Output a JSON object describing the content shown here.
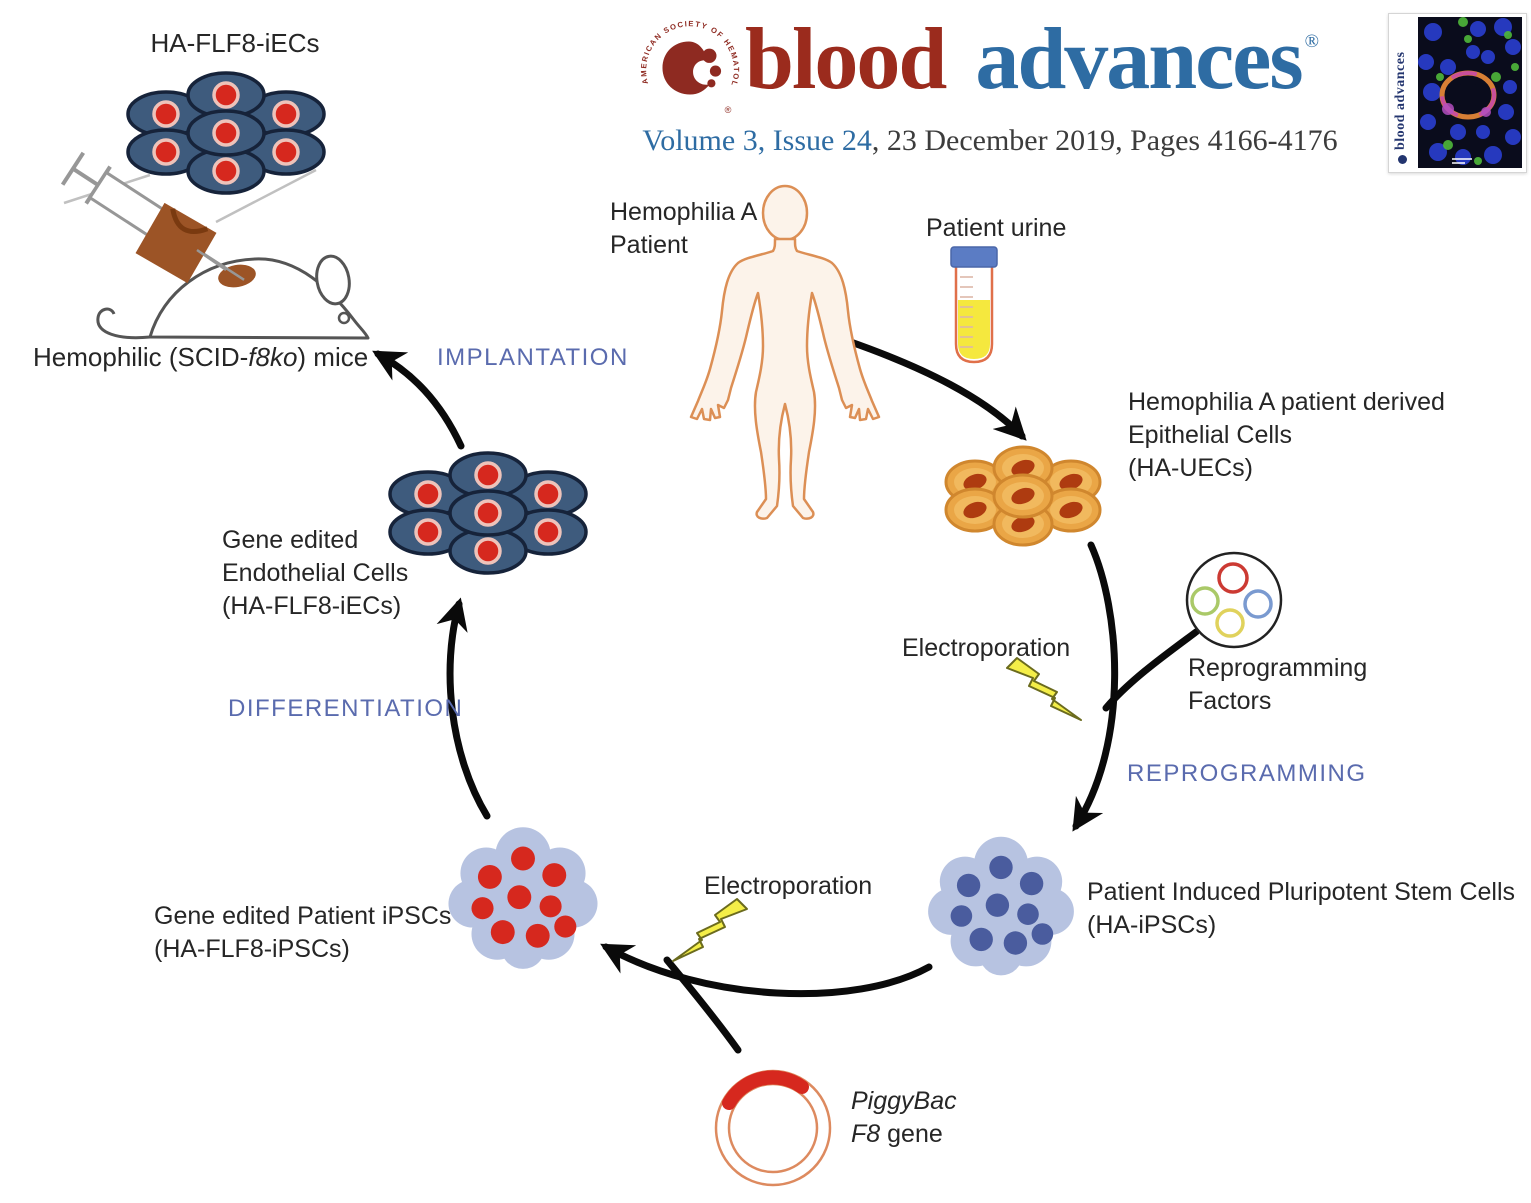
{
  "header": {
    "journal_title_word1": "blood",
    "journal_title_word2": "advances",
    "registered_mark": "®",
    "ash_circle_text": "AMERICAN SOCIETY OF HEMATOLOGY",
    "citation_volume": "Volume 3, Issue 24",
    "citation_rest": ", 23 December 2019, Pages 4166-4176",
    "cover": {
      "vertical_title": "blood advances"
    }
  },
  "diagram": {
    "labels": {
      "top_cells": "HA-FLF8-iECs",
      "mice_prefix": "Hemophilic (SCID-",
      "mice_italic": "f8ko",
      "mice_suffix": ") mice",
      "implantation": "IMPLANTATION",
      "patient_line1": "Hemophilia A",
      "patient_line2": "Patient",
      "patient_urine": "Patient urine",
      "uecs_line1": "Hemophilia A patient derived",
      "uecs_line2": "Epithelial Cells",
      "uecs_line3": "(HA-UECs)",
      "electroporation_right": "Electroporation",
      "reprogramming_factors_line1": "Reprogramming",
      "reprogramming_factors_line2": "Factors",
      "reprogramming": "REPROGRAMMING",
      "ipscs_line1": "Patient Induced Pluripotent Stem Cells",
      "ipscs_line2": "(HA-iPSCs)",
      "electroporation_bottom": "Electroporation",
      "edited_ipscs_line1": "Gene edited Patient iPSCs",
      "edited_ipscs_line2": "(HA-FLF8-iPSCs)",
      "differentiation": "DIFFERENTIATION",
      "edited_ecs_line1": "Gene edited",
      "edited_ecs_line2": "Endothelial Cells",
      "edited_ecs_line3": "(HA-FLF8-iECs)",
      "piggybac_line1": "PiggyBac",
      "piggybac_f8": "F8",
      "piggybac_gene": " gene"
    },
    "colors": {
      "step_label_blue": "#5a6bae",
      "arrow_black": "#0a0a0a",
      "endothelial_cell_body": "#3e5b7d",
      "red_nucleus": "#d6281e",
      "epithelial_cell_body": "#eaa646",
      "ipsc_blob": "#b7c3e1",
      "ipsc_nucleus_blue": "#4a5c9e",
      "lightning_yellow": "#f4ee48",
      "urine_yellow": "#f5e83e",
      "tube_cap_blue": "#5b7cc4",
      "plasmid_ring_orange": "#dd8a5f",
      "plasmid_insert_red": "#d6281e",
      "blood_logo_red": "#9b2b1d",
      "advances_logo_blue": "#2e6ca3",
      "mouse_outline_gray": "#555555",
      "injection_pad_brown": "#9c5426"
    }
  }
}
